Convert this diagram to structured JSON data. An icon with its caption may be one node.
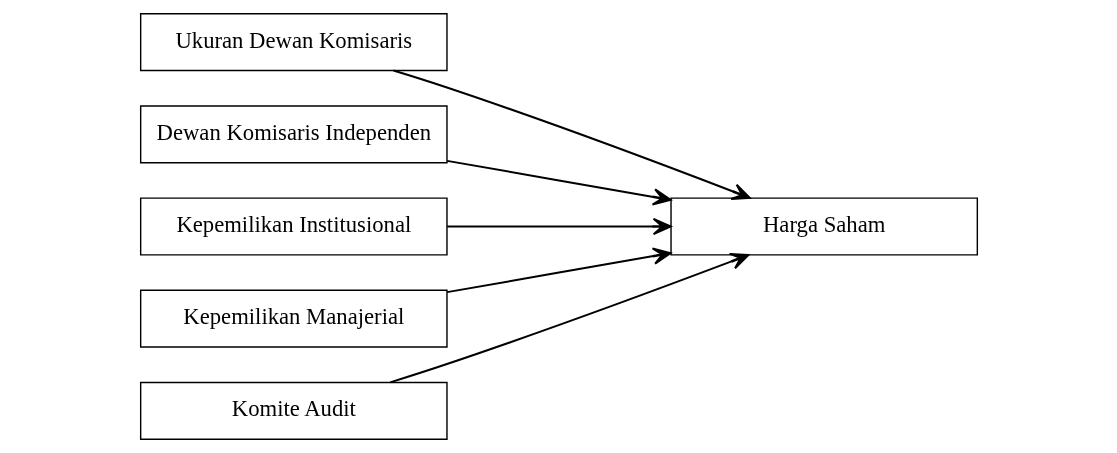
{
  "diagram": {
    "nodes": [
      {
        "text": [
          "Ukuran Dewan Komisaris"
        ]
      },
      {
        "text": [
          "Dewan Komisaris Independen"
        ]
      },
      {
        "text": [
          "Kepemilikan Institusional"
        ]
      },
      {
        "text": [
          "Kepemilikan Manajerial"
        ]
      },
      {
        "text": [
          "Komite Audit"
        ]
      },
      {
        "text": [
          "Harga Saham"
        ]
      }
    ],
    "edges": [
      {
        "from": 0,
        "to": 5,
        "arrow": "to"
      },
      {
        "from": 1,
        "to": 5,
        "arrow": "to"
      },
      {
        "from": 2,
        "to": 5,
        "arrow": "to"
      },
      {
        "from": 3,
        "to": 5,
        "arrow": "to"
      },
      {
        "from": 4,
        "to": 5,
        "arrow": "to"
      }
    ]
  }
}
